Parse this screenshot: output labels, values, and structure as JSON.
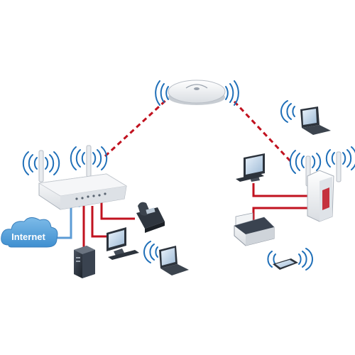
{
  "internet": {
    "label": "Internet"
  },
  "colors": {
    "wired_link": "#c1121f",
    "wireless_link": "#c1121f",
    "internet_link": "#5b9bd5",
    "signal_wave": "#1f6fb8",
    "cloud_fill": "#5fa8de"
  },
  "devices": [
    {
      "id": "ceiling-access-point",
      "icon": "ceiling-ap-icon"
    },
    {
      "id": "router",
      "icon": "router-icon"
    },
    {
      "id": "dual-antenna-access-point",
      "icon": "access-point-icon"
    },
    {
      "id": "ip-phone",
      "icon": "phone-icon"
    },
    {
      "id": "server",
      "icon": "server-icon"
    },
    {
      "id": "desktop-pc-left",
      "icon": "desktop-icon"
    },
    {
      "id": "desktop-pc-right",
      "icon": "desktop-icon"
    },
    {
      "id": "laptop-left",
      "icon": "laptop-icon"
    },
    {
      "id": "laptop-top-right",
      "icon": "laptop-icon"
    },
    {
      "id": "printer",
      "icon": "printer-icon"
    },
    {
      "id": "smartphone",
      "icon": "smartphone-icon"
    }
  ]
}
